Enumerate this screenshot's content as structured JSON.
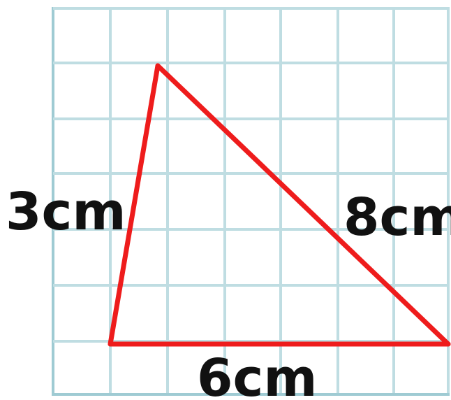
{
  "diagram": {
    "side_left": "3cm",
    "side_right": "8cm",
    "side_bottom": "6cm",
    "colors": {
      "triangle": "#ee1c1c",
      "grid": "#bfdde2",
      "text": "#111111"
    }
  }
}
